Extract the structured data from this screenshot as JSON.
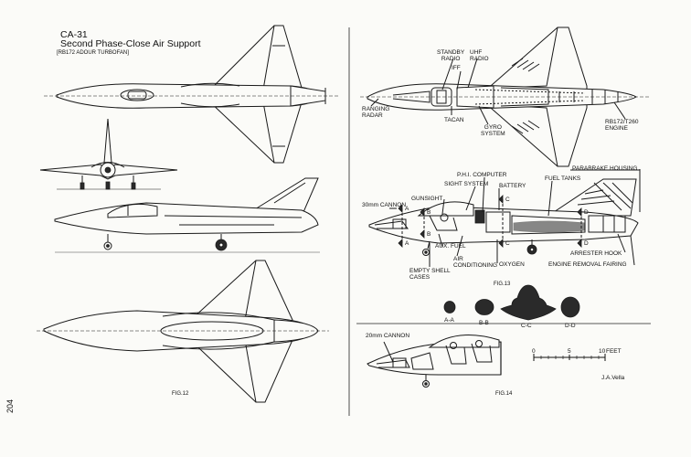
{
  "page_number": "204",
  "header": {
    "designation": "CA-31",
    "role": "Second Phase-Close Air Support",
    "engine_note": "[RB172 ADOUR TURBOFAN]"
  },
  "figures": {
    "fig12": "FIG.12",
    "fig13": "FIG.13",
    "fig14": "FIG.14"
  },
  "fig13_labels": {
    "standby_radio": "STANDBY\nRADIO",
    "uhf_radio": "UHF\nRADIO",
    "iff": "IFF",
    "ranging_radar": "RANGING\nRADAR",
    "tacan": "TACAN",
    "gyro_system": "GYRO\nSYSTEM",
    "engine": "RB172/T260\nENGINE",
    "phi_computer": "P.H.I. COMPUTER",
    "sight_system": "SIGHT SYSTEM",
    "battery": "BATTERY",
    "fuel_tanks": "FUEL TANKS",
    "parabrake_housing": "PARABRAKE HOUSING",
    "cannon_30mm": "30mm CANNON",
    "gunsight": "GUNSIGHT",
    "aux_fuel": "AUX. FUEL",
    "air_conditioning": "AIR\nCONDITIONING",
    "oxygen": "OXYGEN",
    "empty_shell_cases": "EMPTY SHELL\nCASES",
    "arrester_hook": "ARRESTER HOOK",
    "engine_removal_fairing": "ENGINE REMOVAL FAIRING",
    "sec_a": "A",
    "sec_b": "B",
    "sec_c": "C",
    "sec_d": "D"
  },
  "sections": [
    "A-A",
    "B-B",
    "C-C",
    "D-D"
  ],
  "fig14_labels": {
    "cannon_20mm": "20mm CANNON",
    "scale_0": "0",
    "scale_5": "5",
    "scale_10": "10",
    "scale_unit": "FEET",
    "artist": "J.A.Vella"
  }
}
